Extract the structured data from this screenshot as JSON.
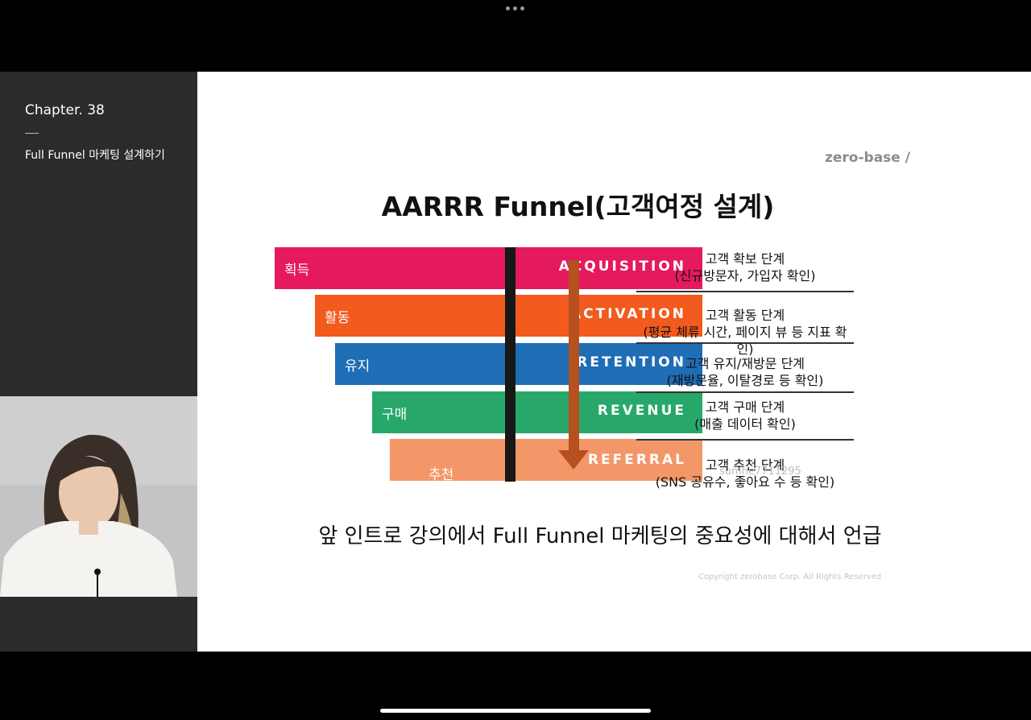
{
  "sidebar": {
    "chapter": "Chapter. 38",
    "lesson_title": "Full Funnel 마케팅 설계하기"
  },
  "slide": {
    "brand": "zero-base /",
    "title": "AARRR Funnel(고객여정 설계)",
    "funnel": [
      {
        "kr": "획득",
        "en": "ACQUISITION",
        "color": "#e5195e"
      },
      {
        "kr": "활동",
        "en": "ACTIVATION",
        "color": "#f25a1e"
      },
      {
        "kr": "유지",
        "en": "RETENTION",
        "color": "#1f6db5"
      },
      {
        "kr": "구매",
        "en": "REVENUE",
        "color": "#27a86a"
      },
      {
        "kr": "추천",
        "en": "REFERRAL",
        "color": "#f49768"
      }
    ],
    "arrow_color": "#b5501f",
    "stages": [
      {
        "line1": "고객 확보 단계",
        "line2": "(신규방문자, 가입자 확인)"
      },
      {
        "line1": "고객 활동 단계",
        "line2": "(평균 체류 시간, 페이지 뷰 등 지표 확인)"
      },
      {
        "line1": "고객 유지/재방문 단계",
        "line2": "(재방문율, 이탈경로 등 확인)"
      },
      {
        "line1": "고객 구매 단계",
        "line2": "(매출 데이터 확인)"
      },
      {
        "line1": "고객 추천 단계",
        "line2": "(SNS 공유수, 좋아요 수 등 확인)"
      }
    ],
    "watermark": "sumhe7711295",
    "copyright": "Copyright zerobase Corp. All Rights Reserved"
  },
  "caption": "앞 인트로 강의에서 Full Funnel 마케팅의 중요성에 대해서 언급"
}
